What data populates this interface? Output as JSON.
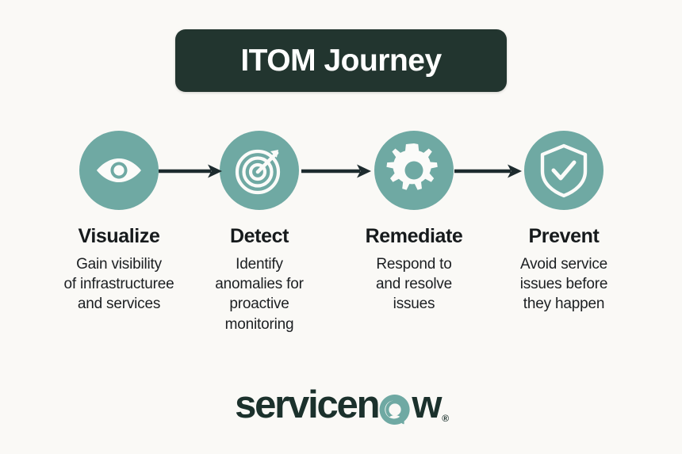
{
  "banner": {
    "title": "ITOM Journey",
    "bg_color": "#22352f",
    "text_color": "#ffffff"
  },
  "theme": {
    "background": "#faf9f6",
    "accent_teal": "#6fa9a3",
    "dark": "#22352f",
    "text": "#161a1c"
  },
  "steps": [
    {
      "icon": "eye-icon",
      "heading": "Visualize",
      "description": "Gain visibility\nof infrastructuree\nand services"
    },
    {
      "icon": "target-radar-icon",
      "heading": "Detect",
      "description": "Identify\nanomalies for\nproactive\nmonitoring"
    },
    {
      "icon": "gear-icon",
      "heading": "Remediate",
      "description": "Respond to\nand resolve\nissues"
    },
    {
      "icon": "shield-check-icon",
      "heading": "Prevent",
      "description": "Avoid service\nissues before\nthey happen"
    }
  ],
  "arrows": [
    {
      "name": "arrow-visualize-to-detect"
    },
    {
      "name": "arrow-detect-to-remediate"
    },
    {
      "name": "arrow-remediate-to-prevent"
    }
  ],
  "logo": {
    "part_a": "servicen",
    "part_o": "o",
    "part_c": "w",
    "registered": "®",
    "o_color": "#6fa9a3",
    "text_color": "#1b312c"
  }
}
